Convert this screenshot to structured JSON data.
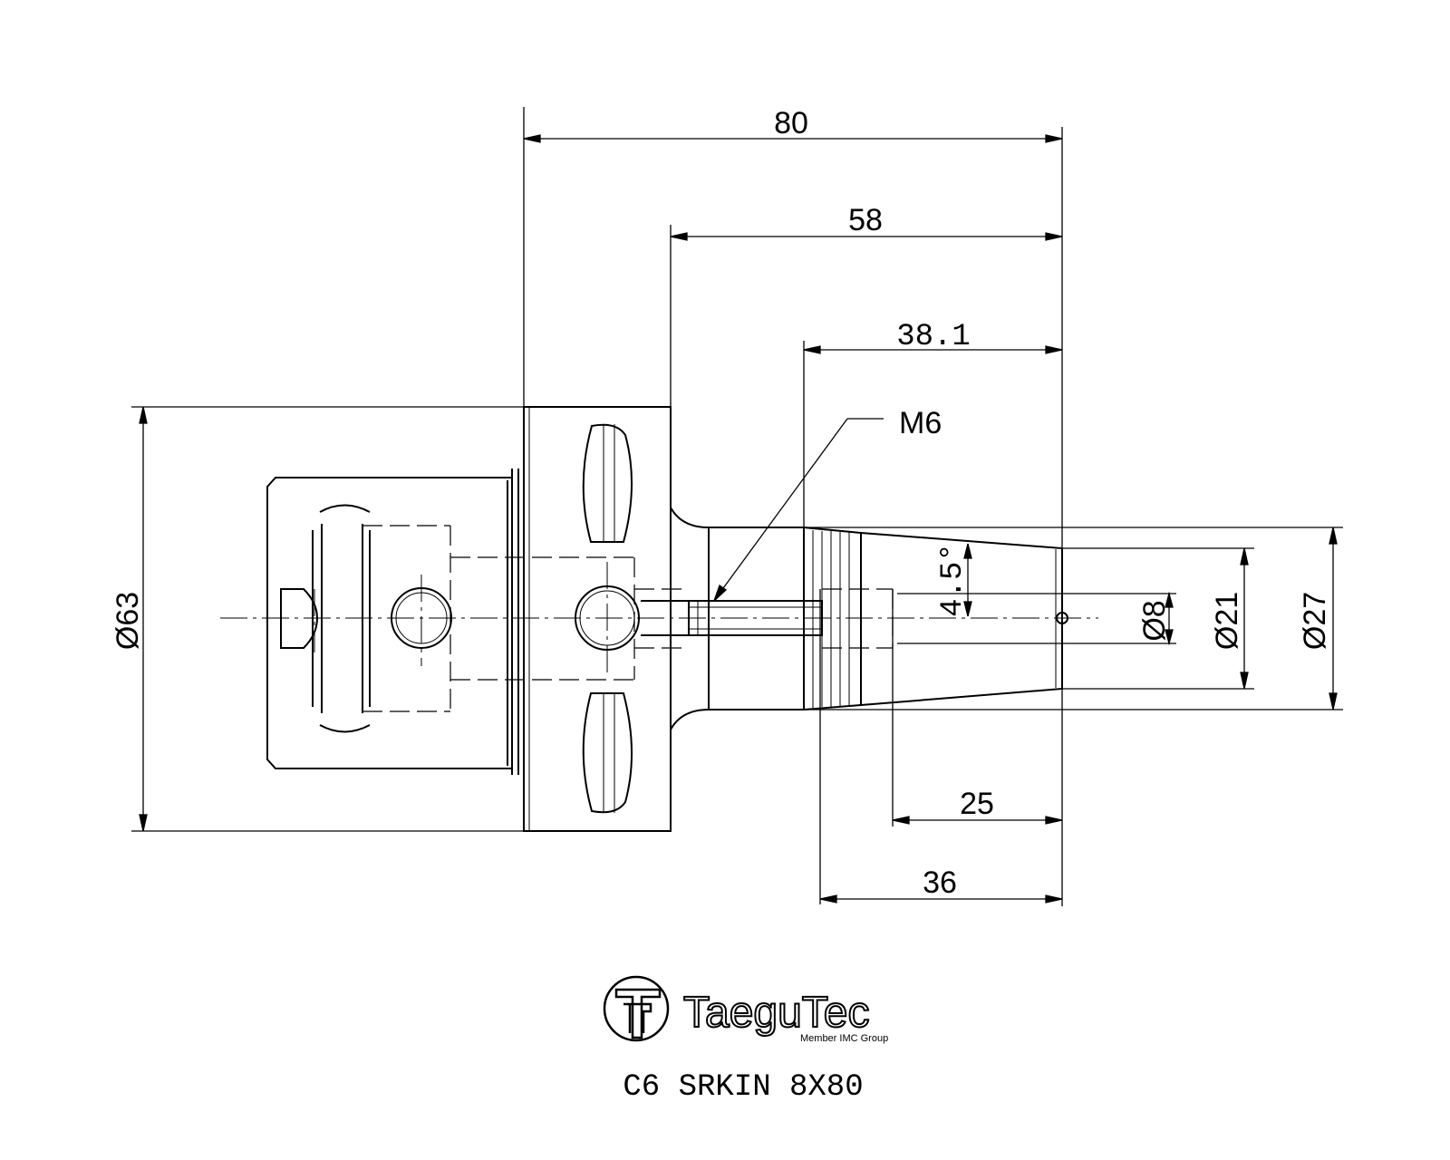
{
  "drawing": {
    "dimensions": {
      "overall_length": "80",
      "body_to_tip": "58",
      "taper_length": "38.1",
      "thread": "M6",
      "angle": "4.5°",
      "bore_diameter": "Ø8",
      "tip_diameter": "Ø21",
      "taper_diameter": "Ø27",
      "flange_diameter": "Ø63",
      "bore_depth": "25",
      "thread_zone_length": "36"
    },
    "logo": {
      "brand": "TaeguTec",
      "tagline": "Member IMC Group"
    },
    "part_number": "C6 SRKIN 8X80"
  }
}
